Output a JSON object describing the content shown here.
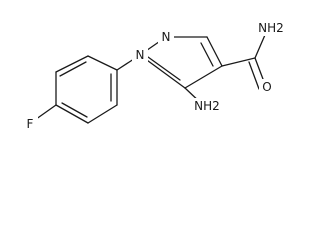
{
  "structure": {
    "atoms": {
      "n2": "N",
      "n1": "N",
      "amide_nh2": "NH2",
      "amide_o": "O",
      "amino_nh2": "NH2",
      "fluorine": "F"
    }
  }
}
